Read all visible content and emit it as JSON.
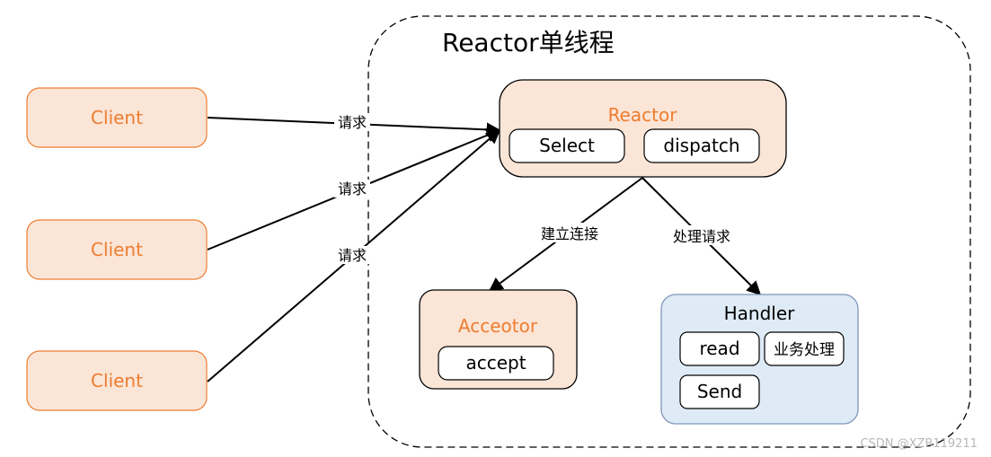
{
  "title": "Reactor单线程",
  "clients": [
    "Client",
    "Client",
    "Client"
  ],
  "request_labels": [
    "请求",
    "请求",
    "请求"
  ],
  "reactor": {
    "title": "Reactor",
    "select": "Select",
    "dispatch": "dispatch"
  },
  "edges": {
    "connect": "建立连接",
    "handle": "处理请求"
  },
  "acceptor": {
    "title": "Acceotor",
    "accept": "accept"
  },
  "handler": {
    "title": "Handler",
    "read": "read",
    "business": "业务处理",
    "send": "Send"
  },
  "watermark": "CSDN @XZB119211",
  "colors": {
    "orange_fill": "#FBE5D6",
    "orange_stroke": "#ED7D31",
    "orange_text": "#ED7D31",
    "blue_fill": "#DEEBF7",
    "blue_stroke": "#7F96B8",
    "line": "#000000"
  }
}
